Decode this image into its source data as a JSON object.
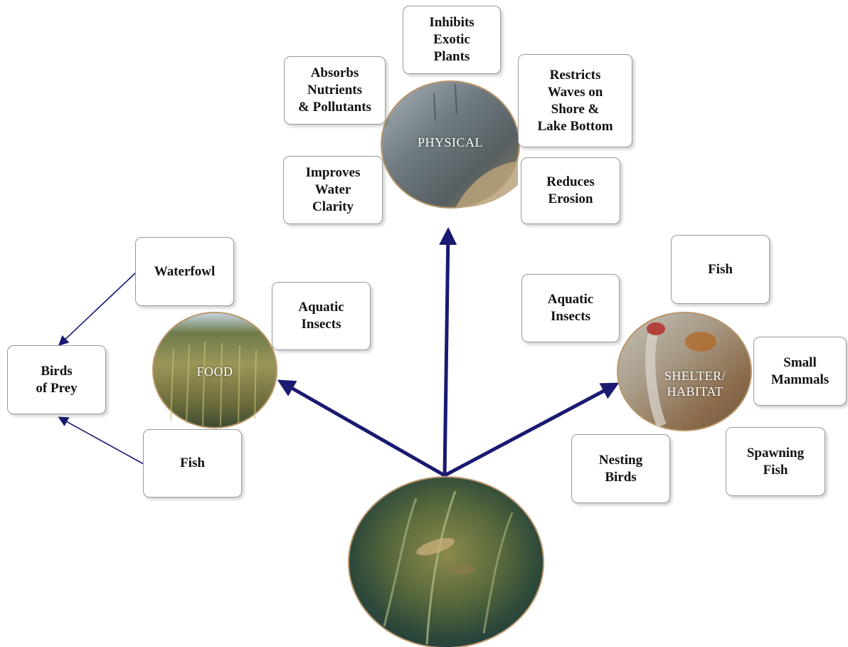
{
  "hubs": {
    "physical": {
      "label": "PHYSICAL"
    },
    "food": {
      "label": "FOOD"
    },
    "shelter": {
      "label": "SHELTER/\nHABITAT"
    }
  },
  "physical_boxes": {
    "inhibits": "Inhibits\nExotic\nPlants",
    "absorbs": "Absorbs\nNutrients\n& Pollutants",
    "restricts": "Restricts\nWaves on\nShore &\nLake Bottom",
    "improves": "Improves\nWater\nClarity",
    "reduces": "Reduces\nErosion"
  },
  "food_boxes": {
    "waterfowl": "Waterfowl",
    "aquatic_insects": "Aquatic\nInsects",
    "birds_of_prey": "Birds\nof Prey",
    "fish": "Fish"
  },
  "shelter_boxes": {
    "fish": "Fish",
    "aquatic_insects": "Aquatic\nInsects",
    "small_mammals": "Small\nMammals",
    "nesting_birds": "Nesting\nBirds",
    "spawning_fish": "Spawning\nFish"
  },
  "colors": {
    "arrow": "#1a1a72",
    "box_border": "#9a9a9a",
    "ring": "#b8956a"
  }
}
